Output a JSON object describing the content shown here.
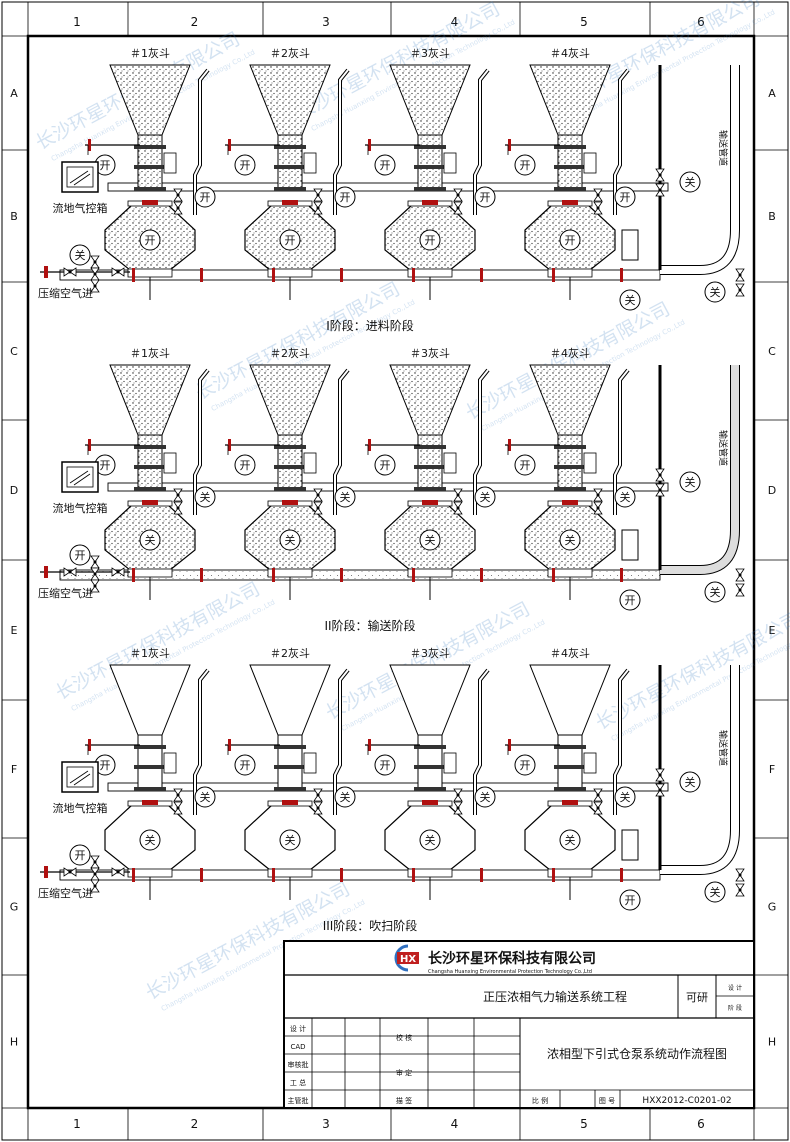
{
  "frame": {
    "cols": [
      "1",
      "2",
      "3",
      "4",
      "5",
      "6"
    ],
    "rows": [
      "A",
      "B",
      "C",
      "D",
      "E",
      "F",
      "G",
      "H"
    ]
  },
  "watermark": {
    "cn": "长沙环星环保科技有限公司",
    "en": "Changsha Huanxing Environmental Protection Technology Co.,Ltd"
  },
  "stages": [
    {
      "caption": "I阶段：进料阶段",
      "hopper_labels": [
        "＃1灰斗",
        "＃2灰斗",
        "＃3灰斗",
        "＃4灰斗"
      ],
      "control_box_label": "流地气控箱",
      "air_inlet_label": "压缩空气进",
      "pipe_label": "输送管道",
      "valve_states": {
        "top": [
          "开",
          "开",
          "开",
          "开"
        ],
        "side": [
          "开",
          "开",
          "开",
          "开"
        ],
        "vessel": [
          "开",
          "开",
          "开",
          "开"
        ],
        "main_inlet": "关",
        "discharge": "关",
        "pipe_valve": "关",
        "end_valve": "关"
      },
      "filled": true
    },
    {
      "caption": "II阶段：输送阶段",
      "hopper_labels": [
        "＃1灰斗",
        "＃2灰斗",
        "＃3灰斗",
        "＃4灰斗"
      ],
      "control_box_label": "流地气控箱",
      "air_inlet_label": "压缩空气进",
      "pipe_label": "输送管道",
      "valve_states": {
        "top": [
          "开",
          "开",
          "开",
          "开"
        ],
        "side": [
          "关",
          "关",
          "关",
          "关"
        ],
        "vessel": [
          "关",
          "关",
          "关",
          "关"
        ],
        "main_inlet": "开",
        "discharge": "开",
        "pipe_valve": "关",
        "end_valve": "关"
      },
      "filled": true
    },
    {
      "caption": "III阶段：吹扫阶段",
      "hopper_labels": [
        "＃1灰斗",
        "＃2灰斗",
        "＃3灰斗",
        "＃4灰斗"
      ],
      "control_box_label": "流地气控箱",
      "air_inlet_label": "压缩空气进",
      "pipe_label": "输送管道",
      "valve_states": {
        "top": [
          "开",
          "开",
          "开",
          "开"
        ],
        "side": [
          "关",
          "关",
          "关",
          "关"
        ],
        "vessel": [
          "关",
          "关",
          "关",
          "关"
        ],
        "main_inlet": "开",
        "discharge": "开",
        "pipe_valve": "关",
        "end_valve": "关"
      },
      "filled": false
    }
  ],
  "title_block": {
    "company": "长沙环星环保科技有限公司",
    "company_en": "Changsha Huanxing Environmental Protection Technology Co.,Ltd",
    "logo_text": "HX",
    "project": "正压浓相气力输送系统工程",
    "stage_label": "可研",
    "stage_cell_top": "设 计",
    "stage_cell_bottom": "阶 段",
    "drawing_title": "浓相型下引式仓泵系统动作流程图",
    "left_labels": [
      "设 计",
      "CAD",
      "审核批",
      "工 总",
      "主管批"
    ],
    "mid_labels": [
      "校 核",
      "审 定",
      "描 签"
    ],
    "bottom_labels": [
      "比 例",
      "图 号"
    ],
    "drawing_no": "HXX2012-C0201-02"
  }
}
